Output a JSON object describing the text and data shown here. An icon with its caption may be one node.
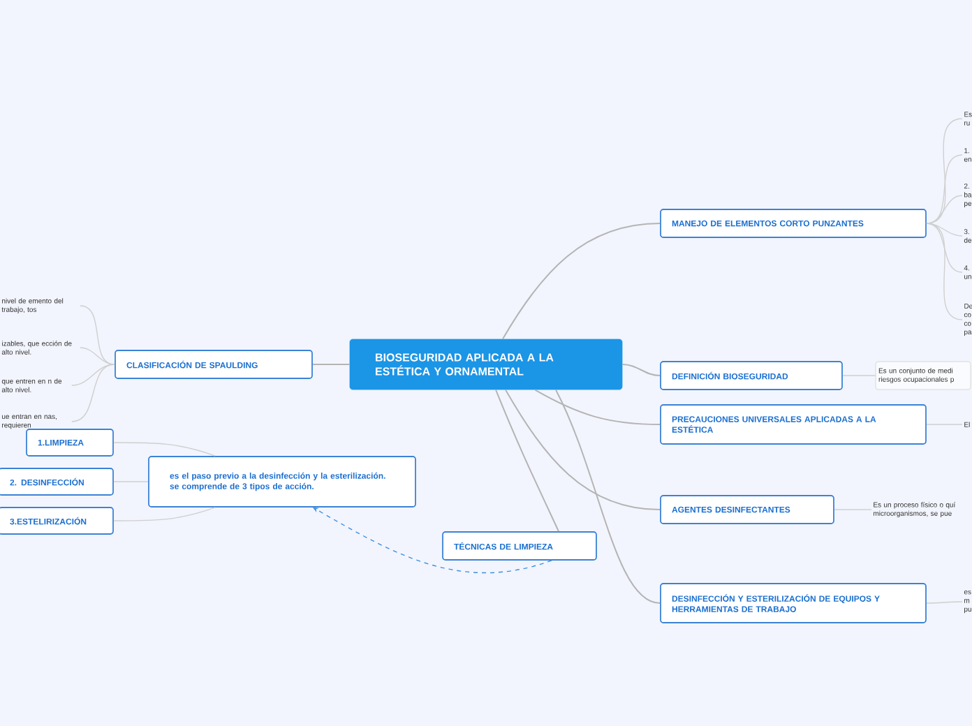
{
  "diagram": {
    "nodes": [
      {
        "text": [
          "BIOSEGURIDAD APLICADA A LA ESTÉTICA Y ORNAMENTAL"
        ]
      },
      {
        "text": [
          "MANEJO DE ELEMENTOS CORTO PUNZANTES"
        ]
      },
      {
        "text": [
          "Es ru"
        ]
      },
      {
        "text": [
          "1. en"
        ]
      },
      {
        "text": [
          "2. ba pe"
        ]
      },
      {
        "text": [
          "3. de"
        ]
      },
      {
        "text": [
          "4. un"
        ]
      },
      {
        "text": [
          "De co co pa"
        ]
      },
      {
        "text": [
          "DEFINICIÓN BIOSEGURIDAD"
        ]
      },
      {
        "text": [
          "Es un conjunto de medi riesgos ocupacionales p"
        ]
      },
      {
        "text": [
          "PRECAUCIONES UNIVERSALES APLICADAS A LA ESTÉTICA"
        ]
      },
      {
        "text": [
          "El"
        ]
      },
      {
        "text": [
          "AGENTES DESINFECTANTES"
        ]
      },
      {
        "text": [
          "Es un proceso físico o quí microorganismos, se pue"
        ]
      },
      {
        "text": [
          "DESINFECCIÓN Y ESTERILIZACIÓN DE EQUIPOS Y HERRAMIENTAS DE TRABAJO"
        ]
      },
      {
        "text": [
          "es m pu"
        ]
      },
      {
        "text": [
          "TÉCNICAS DE LIMPIEZA"
        ]
      },
      {
        "text": [
          "es el paso previo a la desinfección y la esterilización. se comprende de 3 tipos de acción."
        ]
      },
      {
        "text": [
          "1.LIMPIEZA"
        ]
      },
      {
        "text": [
          "2. DESINFECCIÓN"
        ]
      },
      {
        "text": [
          "3.ESTELIRIZACIÓN"
        ]
      },
      {
        "text": [
          "CLASIFICACIÓN DE SPAULDING"
        ]
      },
      {
        "text": [
          "nivel de emento del trabajo, tos"
        ]
      },
      {
        "text": [
          "izables, que ección de alto nivel."
        ]
      },
      {
        "text": [
          "que entren en n de alto nivel."
        ]
      },
      {
        "text": [
          "ue entran en nas, requieren"
        ]
      }
    ],
    "edges": [
      {
        "from": 0,
        "to": 1,
        "arrow": "none"
      },
      {
        "from": 0,
        "to": 8,
        "arrow": "none"
      },
      {
        "from": 0,
        "to": 10,
        "arrow": "none"
      },
      {
        "from": 0,
        "to": 12,
        "arrow": "none"
      },
      {
        "from": 0,
        "to": 14,
        "arrow": "none"
      },
      {
        "from": 0,
        "to": 16,
        "arrow": "none"
      },
      {
        "from": 0,
        "to": 21,
        "arrow": "none"
      },
      {
        "from": 1,
        "to": 2,
        "arrow": "none"
      },
      {
        "from": 1,
        "to": 3,
        "arrow": "none"
      },
      {
        "from": 1,
        "to": 4,
        "arrow": "none"
      },
      {
        "from": 1,
        "to": 5,
        "arrow": "none"
      },
      {
        "from": 1,
        "to": 6,
        "arrow": "none"
      },
      {
        "from": 1,
        "to": 7,
        "arrow": "none"
      },
      {
        "from": 8,
        "to": 9,
        "arrow": "none"
      },
      {
        "from": 10,
        "to": 11,
        "arrow": "none"
      },
      {
        "from": 12,
        "to": 13,
        "arrow": "none"
      },
      {
        "from": 14,
        "to": 15,
        "arrow": "none"
      },
      {
        "from": 16,
        "to": 17,
        "arrow": "to",
        "style": "dashed",
        "color": "#3d8fe0"
      },
      {
        "from": 17,
        "to": 18,
        "arrow": "none"
      },
      {
        "from": 17,
        "to": 19,
        "arrow": "none"
      },
      {
        "from": 17,
        "to": 20,
        "arrow": "none"
      },
      {
        "from": 21,
        "to": 22,
        "arrow": "none"
      },
      {
        "from": 21,
        "to": 23,
        "arrow": "none"
      },
      {
        "from": 21,
        "to": 24,
        "arrow": "none"
      },
      {
        "from": 21,
        "to": 25,
        "arrow": "none"
      }
    ]
  }
}
